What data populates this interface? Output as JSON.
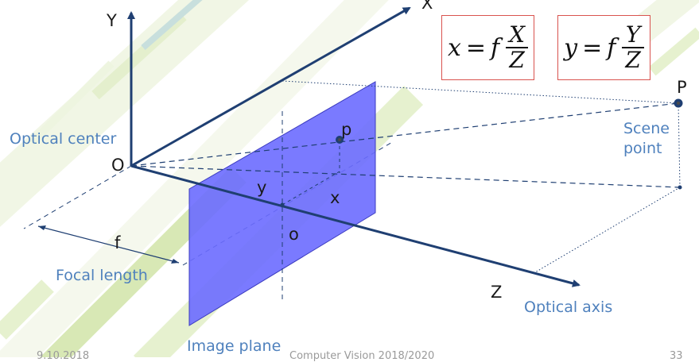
{
  "axes": {
    "x": "X",
    "y": "Y",
    "z": "Z"
  },
  "points": {
    "origin": "O",
    "image_point": "p",
    "scene_point": "P",
    "principal_point": "o",
    "image_x": "x",
    "image_y": "y",
    "focal": "f"
  },
  "labels": {
    "optical_center": "Optical center",
    "focal_length": "Focal length",
    "image_plane": "Image plane",
    "optical_axis": "Optical axis",
    "scene_point_line1": "Scene",
    "scene_point_line2": "point"
  },
  "formulas": {
    "x_eq": {
      "lhs": "x",
      "eq": "=",
      "f": "f",
      "num": "X",
      "den": "Z"
    },
    "y_eq": {
      "lhs": "y",
      "eq": "=",
      "f": "f",
      "num": "Y",
      "den": "Z"
    }
  },
  "footer": {
    "date": "9.10.2018",
    "course": "Computer Vision 2018/2020",
    "page": "33"
  },
  "colors": {
    "axis": "#1f3f72",
    "plane_fill": "#6b6bff",
    "formula_border": "#d9534f",
    "label_blue": "#4f81bd",
    "background_green": "#8dc63f"
  }
}
